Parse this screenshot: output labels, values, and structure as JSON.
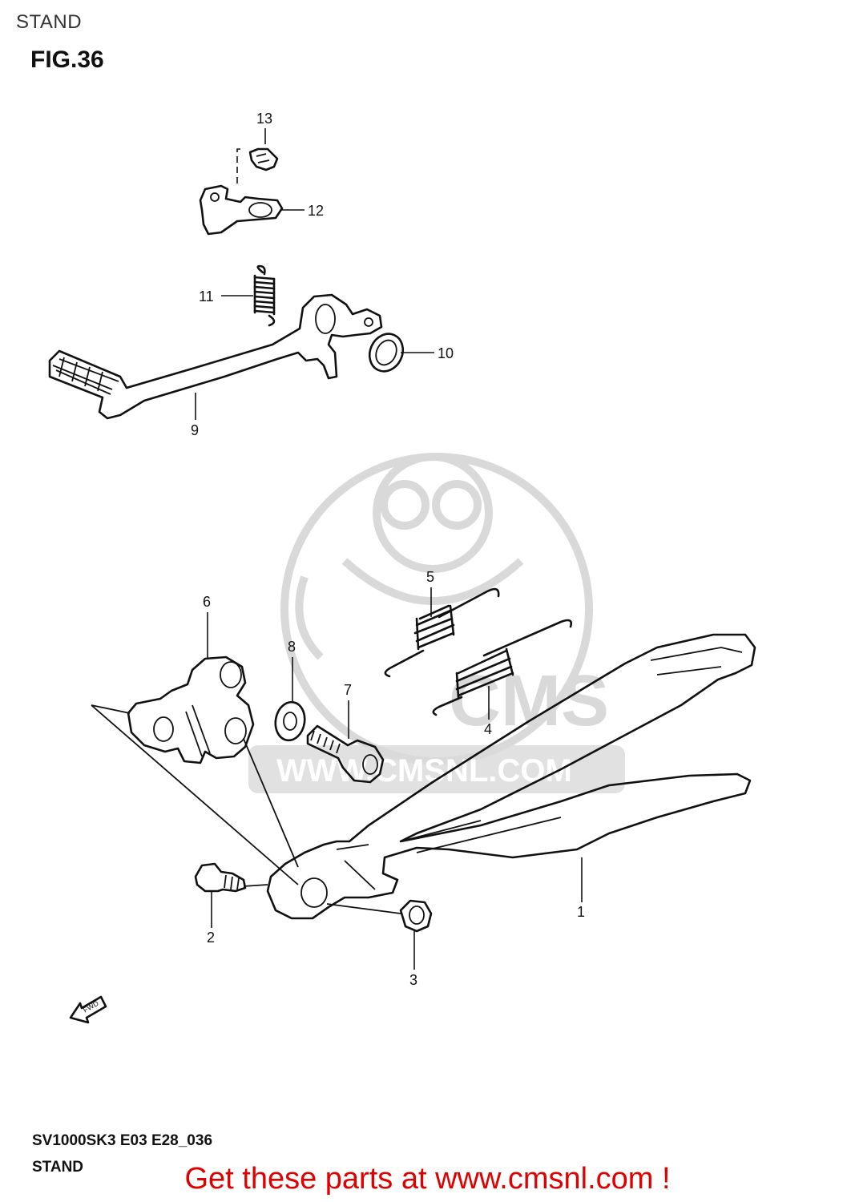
{
  "header": {
    "section": "STAND",
    "figure": "FIG.36"
  },
  "footer": {
    "model_code": "SV1000SK3 E03 E28_036",
    "caption": "STAND",
    "promo": "Get these parts at www.cmsnl.com !"
  },
  "watermark": {
    "logo_text": "CMS",
    "url_text": "WWW.CMSNL.COM"
  },
  "fwd_label": "FWD",
  "callouts": [
    {
      "id": "1",
      "label": "1"
    },
    {
      "id": "2",
      "label": "2"
    },
    {
      "id": "3",
      "label": "3"
    },
    {
      "id": "4",
      "label": "4"
    },
    {
      "id": "5",
      "label": "5"
    },
    {
      "id": "6",
      "label": "6"
    },
    {
      "id": "7",
      "label": "7"
    },
    {
      "id": "8",
      "label": "8"
    },
    {
      "id": "9",
      "label": "9"
    },
    {
      "id": "10",
      "label": "10"
    },
    {
      "id": "11",
      "label": "11"
    },
    {
      "id": "12",
      "label": "12"
    },
    {
      "id": "13",
      "label": "13"
    }
  ],
  "colors": {
    "promo": "#e00000",
    "line": "#111111",
    "watermark": "#d9d9d9"
  }
}
